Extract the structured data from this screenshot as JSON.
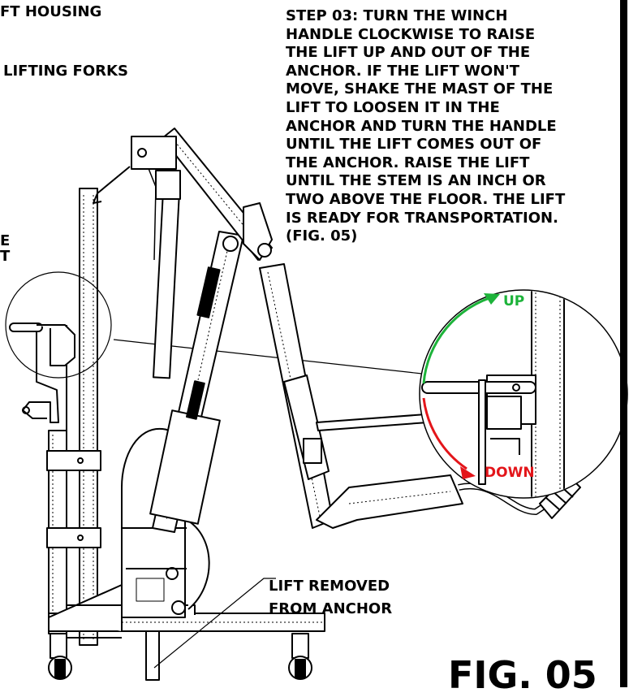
{
  "callouts": {
    "lift_housing": "FT HOUSING",
    "lifting_forks": "LIFTING FORKS",
    "left_edge_line1": "E",
    "left_edge_line2": "T",
    "removed_line1": "LIFT REMOVED",
    "removed_line2": "FROM ANCHOR"
  },
  "step": {
    "lines": [
      "STEP 03: TURN THE WINCH",
      "HANDLE CLOCKWISE TO RAISE",
      "THE LIFT UP AND OUT OF THE",
      "ANCHOR. IF THE LIFT WON'T",
      "MOVE, SHAKE THE MAST OF THE",
      "LIFT TO LOOSEN IT IN THE",
      "ANCHOR AND TURN THE HANDLE",
      "UNTIL THE LIFT COMES OUT OF",
      "THE ANCHOR.  RAISE THE LIFT",
      "UNTIL THE STEM IS AN INCH OR",
      "TWO ABOVE THE FLOOR. THE LIFT",
      "IS READY FOR TRANSPORTATION.",
      "(FIG. 05)"
    ]
  },
  "detail": {
    "up_label": "UP",
    "down_label": "DOWN",
    "up_color": "#1db33a",
    "down_color": "#e3151a"
  },
  "figure_label": "FIG. 05"
}
